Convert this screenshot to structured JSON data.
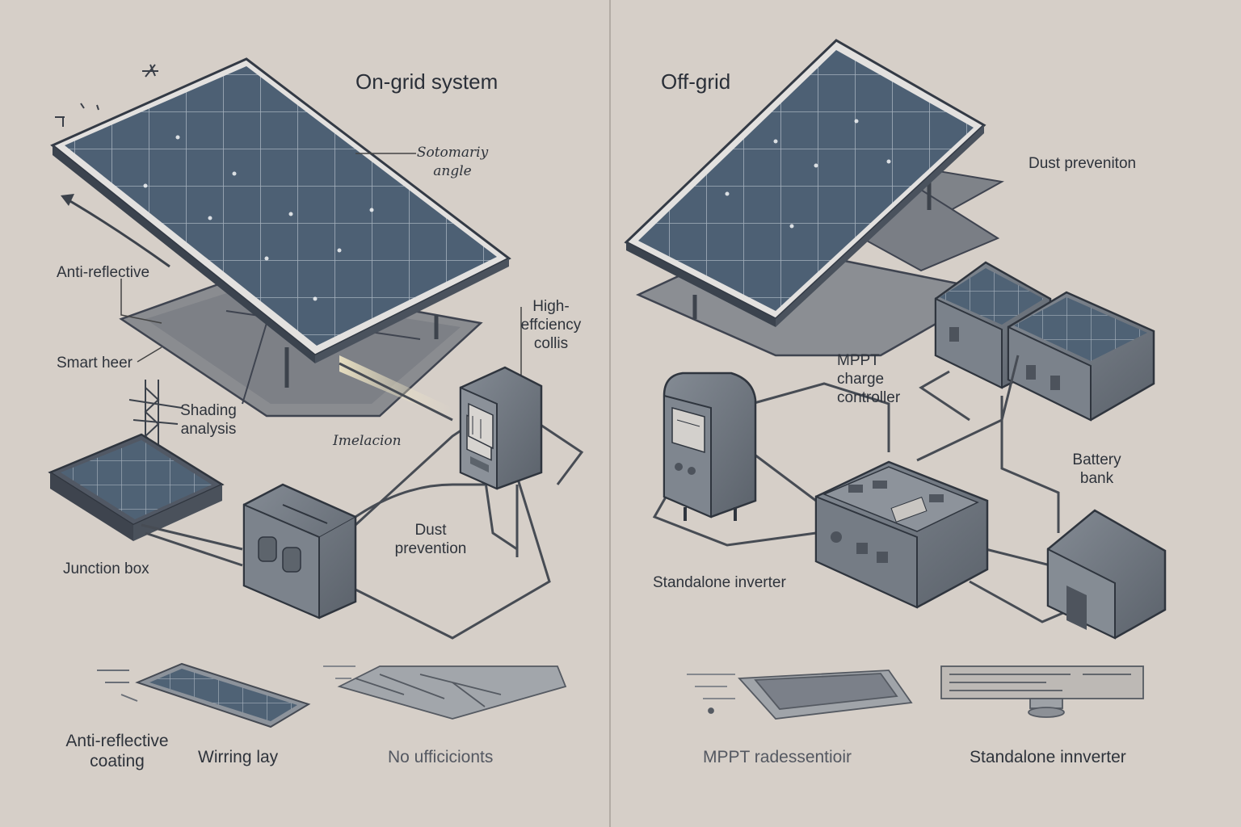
{
  "left": {
    "title": "On-grid system",
    "labels": {
      "stationary_angle": [
        "Sotomariy",
        "angle"
      ],
      "anti_reflective": "Anti-reflective",
      "smart_heer": "Smart heer",
      "high_efficiency": [
        "High-",
        "effciency",
        "collis"
      ],
      "shading": [
        "Shading",
        "analysis"
      ],
      "imelacion": "Imelacion",
      "dust": [
        "Dust",
        "prevention"
      ],
      "junction_box": "Junction box"
    },
    "bottom": {
      "anti_reflective_coating": [
        "Anti-reflective",
        "coating"
      ],
      "wiring_lay": "Wirring lay",
      "no_efficiencies": "No ufficicionts"
    }
  },
  "right": {
    "title": "Off-grid",
    "labels": {
      "dust": "Dust preveniton",
      "mppt": [
        "MPPT",
        "charge",
        "controller"
      ],
      "battery": [
        "Battery",
        "bank"
      ],
      "inverter": "Standalone inverter"
    },
    "bottom": {
      "mppt_rad": "MPPT radessentioir",
      "standalone_inverter": "Standalone innverter"
    }
  },
  "colors": {
    "background": "#d6cfc8",
    "panel": "#4f6275",
    "panel_frame": "#3e4652",
    "device": "#6e757e",
    "wire": "#474c54"
  }
}
